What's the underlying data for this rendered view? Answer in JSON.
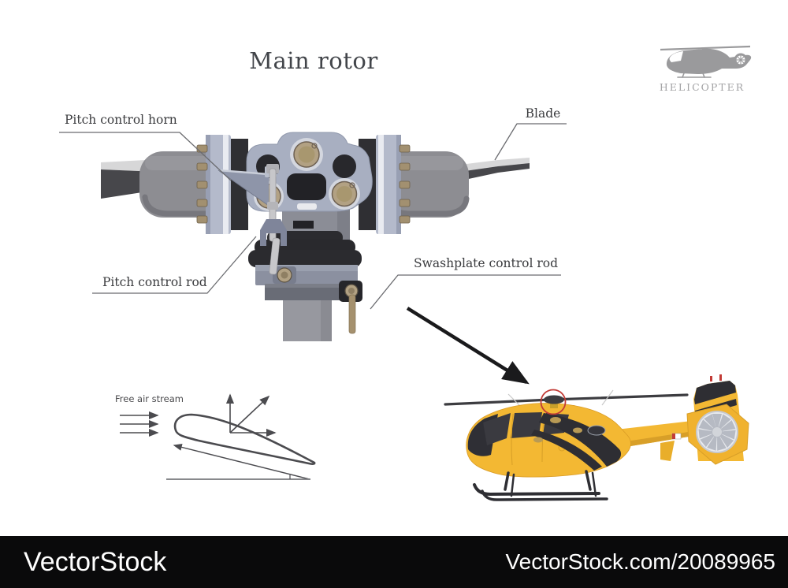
{
  "page": {
    "title": "Main rotor",
    "background": "#ffffff"
  },
  "diagram": {
    "labels": {
      "pitch_control_horn": "Pitch control horn",
      "blade": "Blade",
      "pitch_control_rod": "Pitch control rod",
      "swashplate_control_rod": "Swashplate control rod"
    }
  },
  "airfoil_inset": {
    "free_air_stream_label": "Free air stream"
  },
  "corner_badge": {
    "label": "HELICOPTER"
  },
  "watermark": {
    "logo": "VectorStock",
    "image_ref": "VectorStock.com/20089965"
  },
  "colors": {
    "hub_plate": "#a8afc1",
    "dark_metal": "#2b2b2f",
    "tan_fitting": "#b2a183",
    "grip_grey": "#8d8d92",
    "flange_light": "#b4bacb",
    "helicopter_yellow": "#f3b833",
    "trim_black": "#2e2e33",
    "highlight_red": "#c23b36",
    "silhouette_grey": "#9a9a9c",
    "leader_line": "#6a6b6f",
    "watermark_bar": "#0a0a0b"
  }
}
